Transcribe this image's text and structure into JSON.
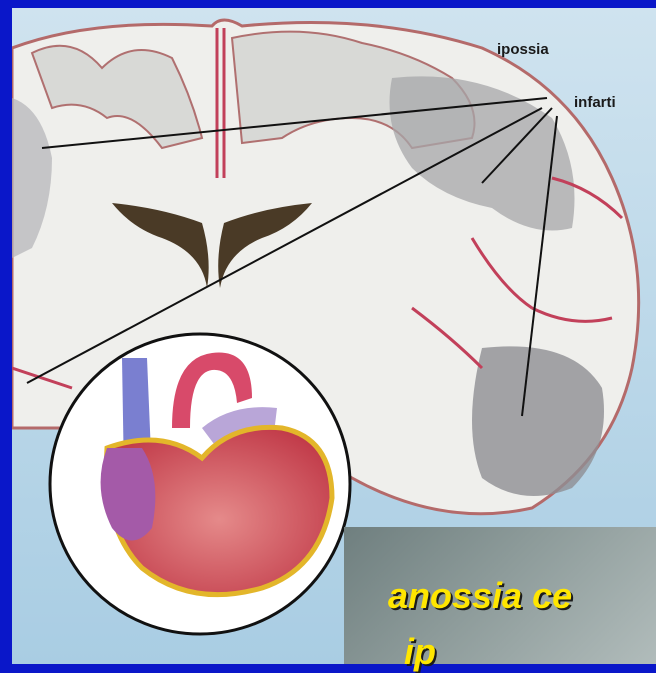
{
  "labels": {
    "ipossia": "ipossia",
    "infarti": "infarti"
  },
  "caption": {
    "line1": "anossia ce",
    "line2": "ip"
  },
  "colors": {
    "frame": "#0a17c9",
    "caption_text": "#ffe600",
    "caption_box": "#8d9b9a"
  }
}
